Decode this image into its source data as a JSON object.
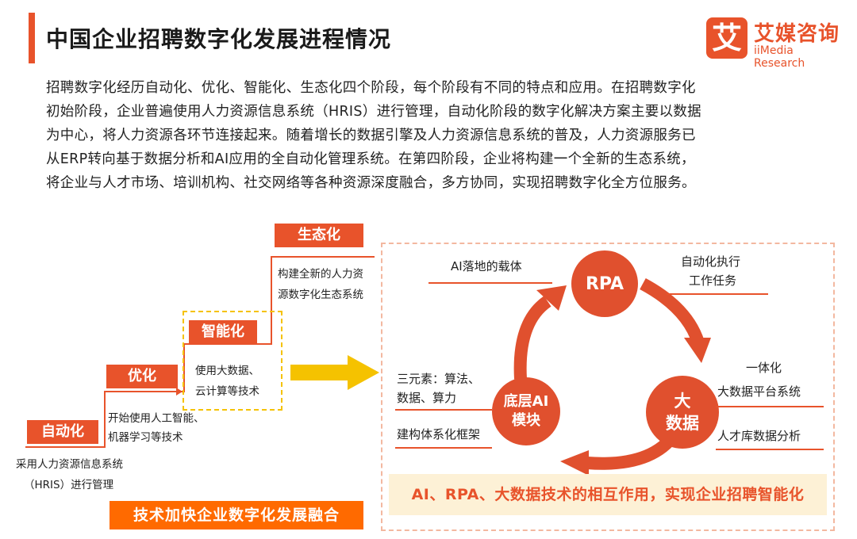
{
  "header": {
    "title": "中国企业招聘数字化发展进程情况",
    "logo_mark": "艾",
    "logo_cn": "艾媒咨询",
    "logo_en": "iiMedia Research"
  },
  "intro_lines": [
    "招聘数字化经历自动化、优化、智能化、生态化四个阶段，每个阶段有不同的特点和应用。在招聘数字化",
    "初始阶段，企业普遍使用人力资源信息系统（HRIS）进行管理，自动化阶段的数字化解决方案主要以数据",
    "为中心，将人力资源各环节连接起来。随着增长的数据引擎及人力资源信息系统的普及，人力资源服务已",
    "从ERP转向基于数据分析和AI应用的全自动化管理系统。在第四阶段，企业将构建一个全新的生态系统，",
    "将企业与人才市场、培训机构、社交网络等各种资源深度融合，多方协同，实现招聘数字化全方位服务。"
  ],
  "stages": {
    "automation": {
      "label": "自动化",
      "desc1": "采用人力资源信息系统",
      "desc2": "（HRIS）进行管理"
    },
    "optimization": {
      "label": "优化",
      "desc1": "开始使用人工智能、",
      "desc2": "机器学习等技术"
    },
    "intelligence": {
      "label": "智能化",
      "desc1": "使用大数据、",
      "desc2": "云计算等技术"
    },
    "ecology": {
      "label": "生态化",
      "desc1": "构建全新的人力资",
      "desc2": "源数字化生态系统"
    }
  },
  "bottom_banner": "技术加快企业数字化发展融合",
  "cycle": {
    "rpa": "RPA",
    "bigdata_line1": "大",
    "bigdata_line2": "数据",
    "ai_line1": "底层AI",
    "ai_line2": "模块",
    "rpa_left": "AI落地的载体",
    "rpa_right1": "自动化执行",
    "rpa_right2": "工作任务",
    "bigdata_top1": "一体化",
    "bigdata_top2": "大数据平台系统",
    "bigdata_bottom": "人才库数据分析",
    "ai_top1": "三元素：算法、",
    "ai_top2": "数据、算力",
    "ai_bottom": "建构体系化框架"
  },
  "conclusion": "AI、RPA、大数据技术的相互作用，实现企业招聘智能化",
  "colors": {
    "accent": "#e8532b",
    "banner": "#ff6a00",
    "yellow": "#f5c200",
    "conclusion_bg": "#fdf1d6"
  }
}
